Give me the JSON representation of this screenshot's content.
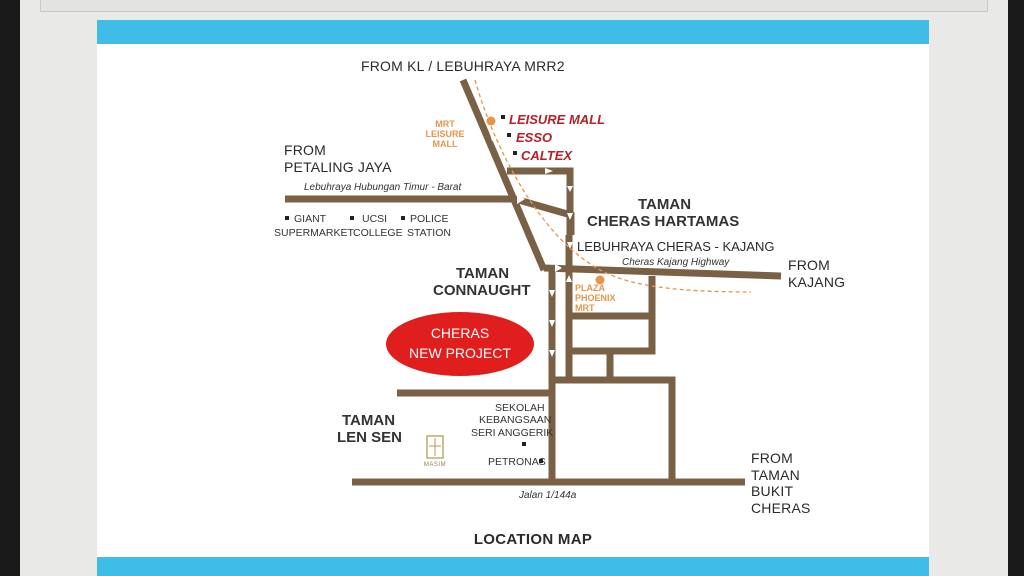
{
  "map": {
    "title": "LOCATION MAP",
    "colors": {
      "road": "#7a6146",
      "accent": "#3fbde6",
      "mrt_line": "#e8944a",
      "highlight": "#e01e1e",
      "poi_red": "#b5212a"
    },
    "directions": {
      "from_kl": "FROM KL / LEBUHRAYA MRR2",
      "from_pj_line1": "FROM",
      "from_pj_line2": "PETALING JAYA",
      "from_kajang_line1": "FROM",
      "from_kajang_line2": "KAJANG",
      "from_bukit_cheras": [
        "FROM",
        "TAMAN",
        "BUKIT",
        "CHERAS"
      ]
    },
    "roads": {
      "hubungan": "Lebuhraya Hubungan Timur - Barat",
      "cheras_kajang": "LEBUHRAYA CHERAS - KAJANG",
      "cheras_kajang_hwy": "Cheras Kajang Highway",
      "jalan": "Jalan 1/144a"
    },
    "areas": {
      "cheras_hartamas": [
        "TAMAN",
        "CHERAS HARTAMAS"
      ],
      "connaught": [
        "TAMAN",
        "CONNAUGHT"
      ],
      "len_sen": [
        "TAMAN",
        "LEN SEN"
      ]
    },
    "pois_red": [
      "LEISURE MALL",
      "ESSO",
      "CALTEX"
    ],
    "mrt": {
      "leisure": [
        "MRT",
        "LEISURE",
        "MALL"
      ],
      "phoenix": [
        "PLAZA",
        "PHOENIX",
        "MRT"
      ]
    },
    "pois": {
      "giant": [
        "GIANT",
        "SUPERMARKET"
      ],
      "ucsi": [
        "UCSI",
        "COLLEGE"
      ],
      "police": [
        "POLICE",
        "STATION"
      ],
      "school": [
        "SEKOLAH",
        "KEBANGSAAN",
        "SERI ANGGERIK"
      ],
      "petronas": "PETRONAS"
    },
    "project": [
      "CHERAS",
      "NEW PROJECT"
    ],
    "logo_text": "MASIM"
  }
}
